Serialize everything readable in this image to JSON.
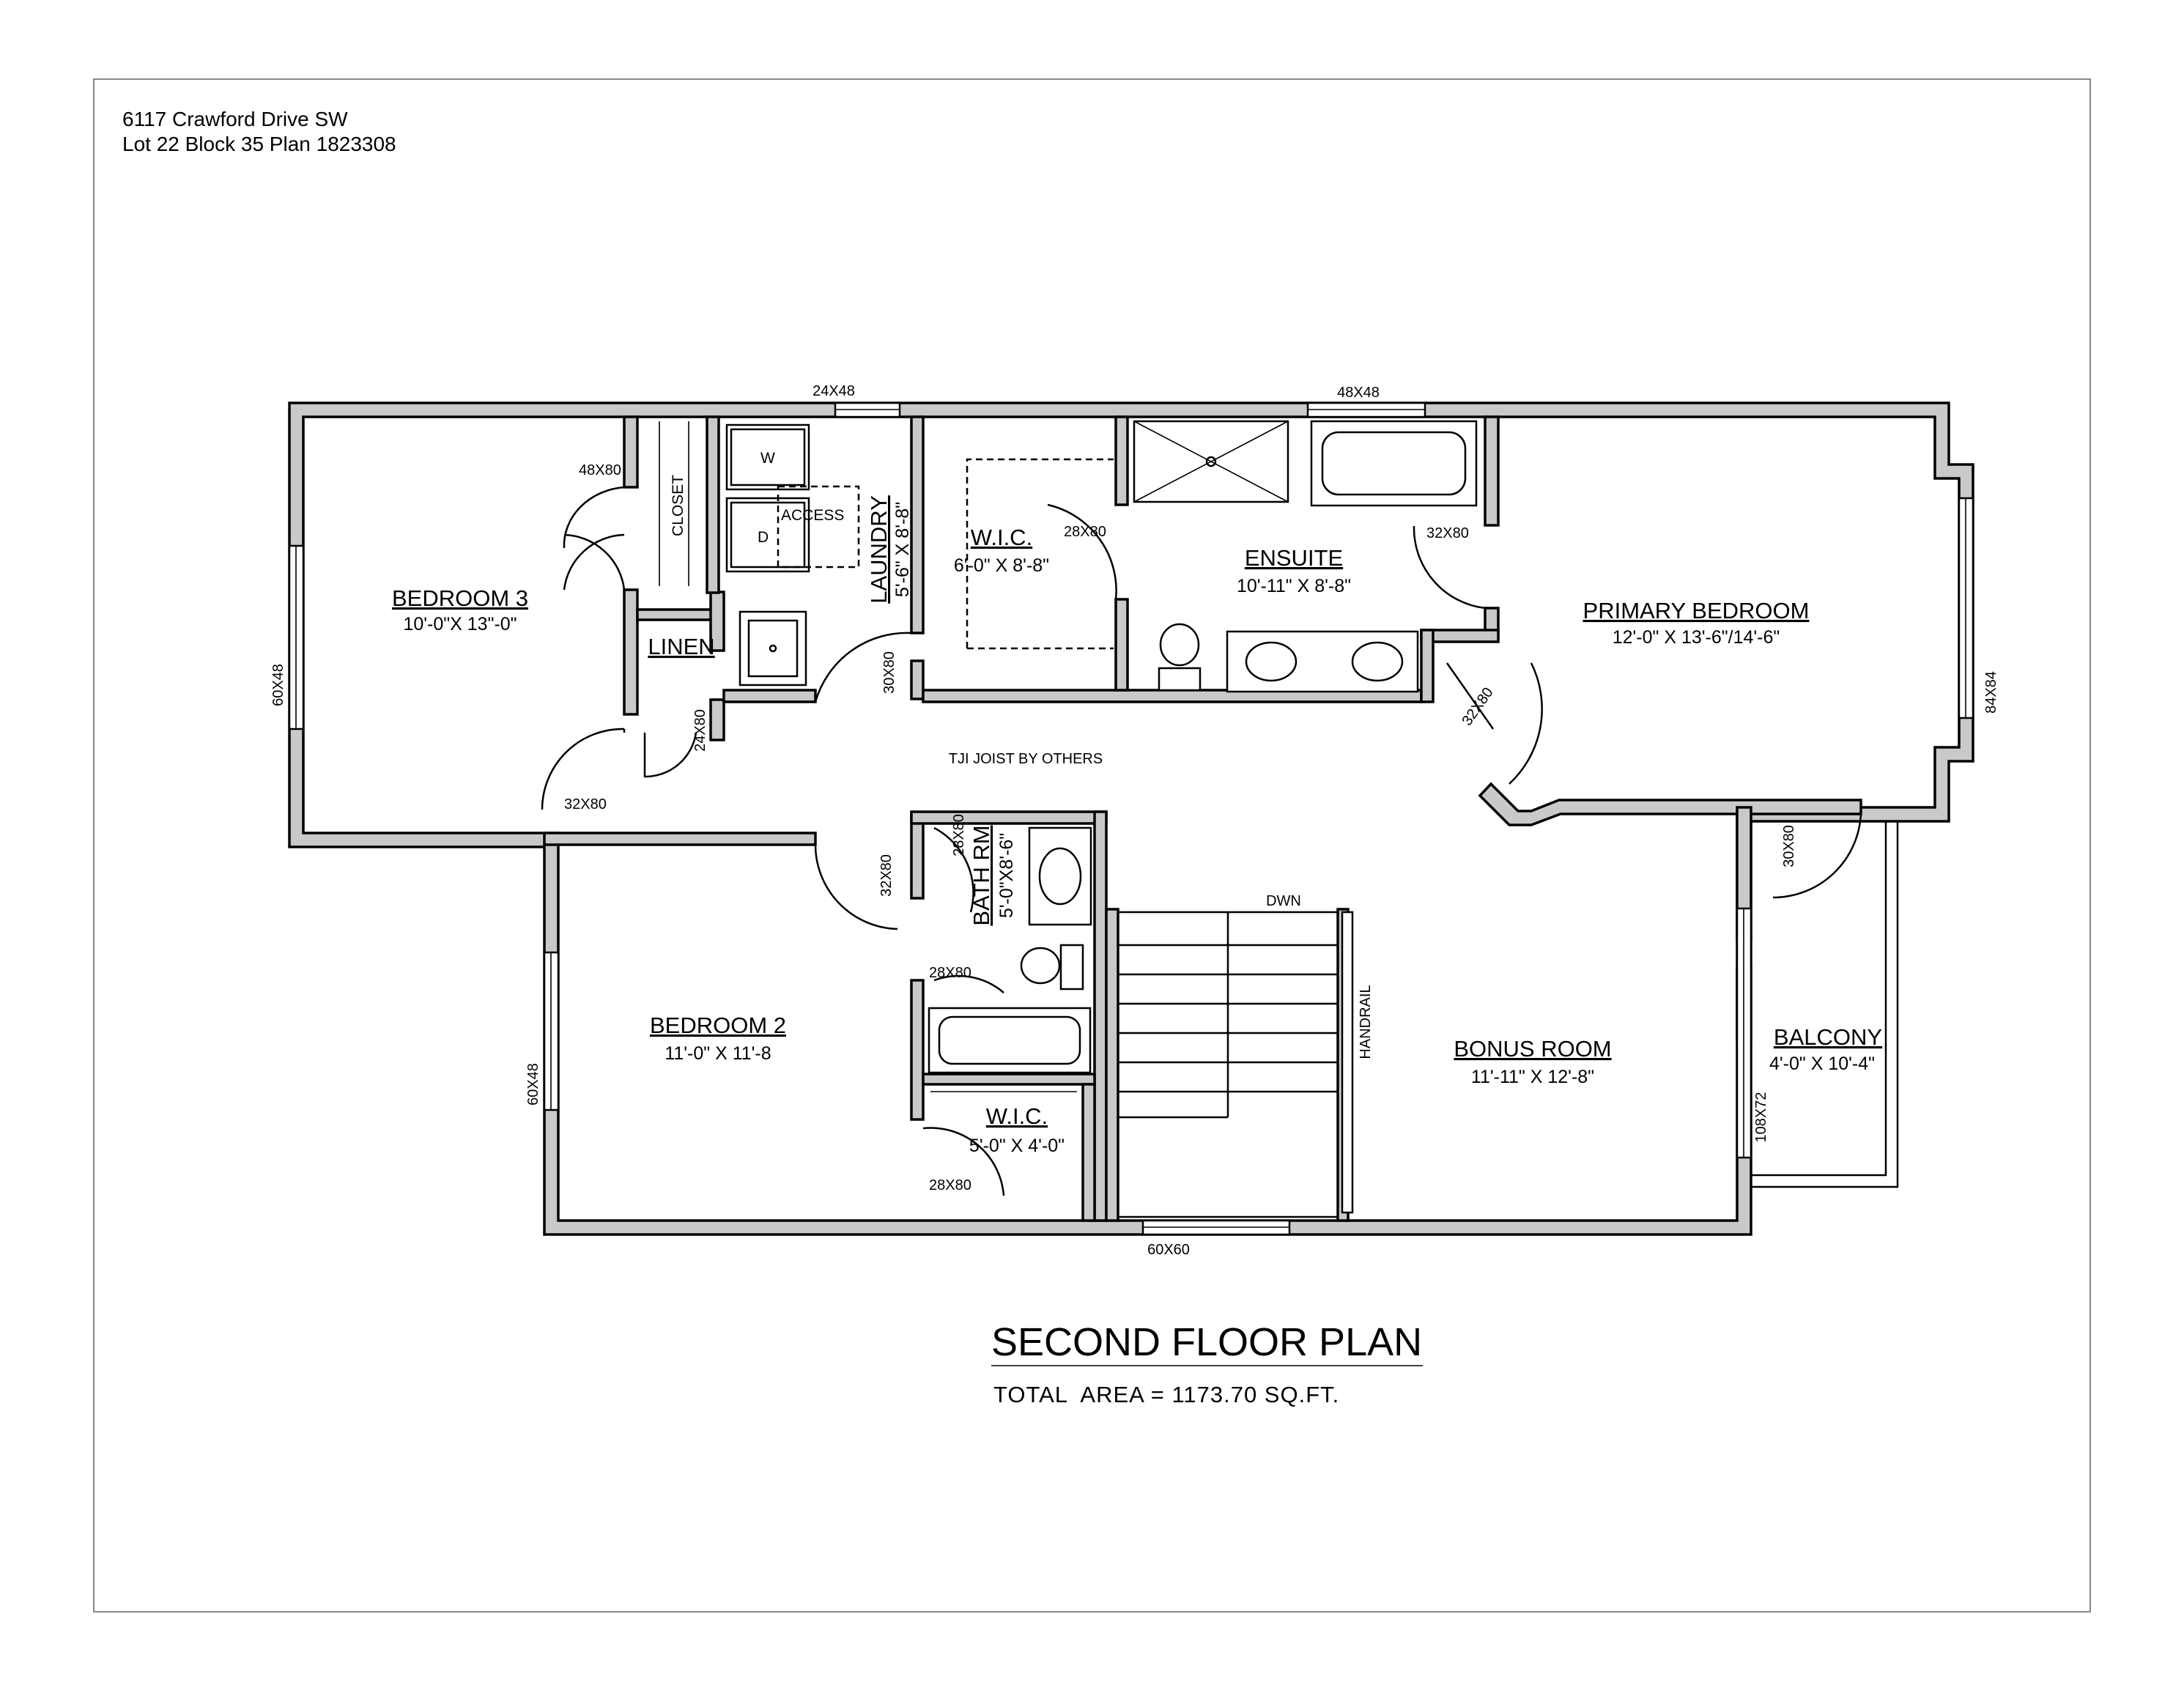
{
  "header": {
    "address": "6117 Crawford Drive SW",
    "legal": "Lot 22 Block 35 Plan 1823308"
  },
  "title": "SECOND FLOOR PLAN",
  "area": "TOTAL  AREA = 1173.70 SQ.FT.",
  "rooms": {
    "bedroom3": {
      "name": "BEDROOM 3",
      "dim": "10'-0\"X 13\"-0\""
    },
    "closet": {
      "name": "CLOSET"
    },
    "linen": {
      "name": "LINEN"
    },
    "laundry": {
      "name": "LAUNDRY",
      "dim": "5'-6\" X 8'-8\""
    },
    "wic_upper": {
      "name": "W.I.C.",
      "dim": "6'-0\" X 8'-8\""
    },
    "ensuite": {
      "name": "ENSUITE",
      "dim": "10'-11\" X 8'-8\""
    },
    "primary": {
      "name": "PRIMARY BEDROOM",
      "dim": "12'-0\" X 13'-6\"/14'-6\""
    },
    "bath": {
      "name": "BATH RM",
      "dim": "5'-0\"X8'-6\""
    },
    "bedroom2": {
      "name": "BEDROOM 2",
      "dim": "11'-0\" X 11'-8"
    },
    "wic_lower": {
      "name": "W.I.C.",
      "dim": "5'-0\" X 4'-0\""
    },
    "bonus": {
      "name": "BONUS ROOM",
      "dim": "11'-11\" X 12'-8\""
    },
    "balcony": {
      "name": "BALCONY",
      "dim": "4'-0\" X 10'-4\""
    }
  },
  "labels": {
    "window_top_left": "24X48",
    "window_top_right": "48X48",
    "window_bed3": "60X48",
    "window_bed2": "60X48",
    "window_primary": "84X84",
    "window_balcony": "108X72",
    "window_bottom": "60X60",
    "door_closet": "48X80",
    "door_bed3": "32X80",
    "door_linen": "24X80",
    "door_laundry": "30X80",
    "door_wic_upper": "28X80",
    "door_ensuite": "32X80",
    "door_primary": "32X80",
    "door_balcony": "30X80",
    "door_bed2": "32X80",
    "door_bath_a": "28X80",
    "door_bath_b": "28X80",
    "door_wic_lower": "28X80",
    "washer": "W",
    "dryer": "D",
    "access": "ACCESS",
    "joist": "TJI JOIST BY OTHERS",
    "stairs": "DWN",
    "handrail": "HANDRAIL"
  }
}
